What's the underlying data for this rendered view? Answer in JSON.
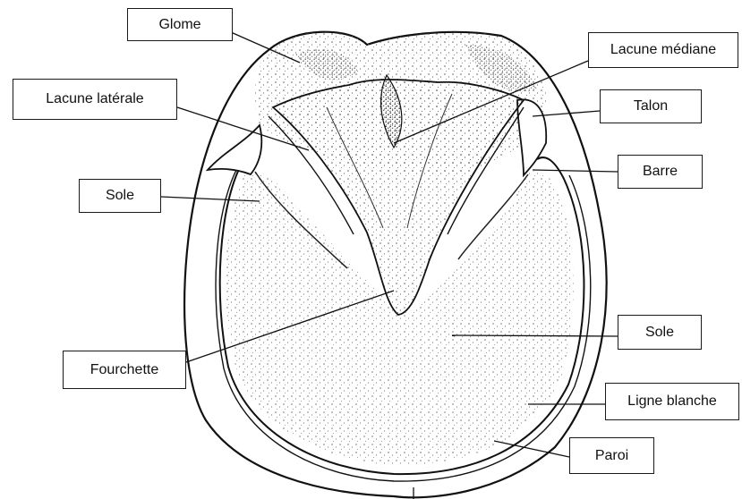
{
  "labels": {
    "glome": "Glome",
    "lacune_mediane": "Lacune médiane",
    "lacune_laterale": "Lacune latérale",
    "talon": "Talon",
    "barre": "Barre",
    "sole_left": "Sole",
    "sole_right": "Sole",
    "fourchette": "Fourchette",
    "ligne_blanche": "Ligne blanche",
    "paroi": "Paroi"
  }
}
